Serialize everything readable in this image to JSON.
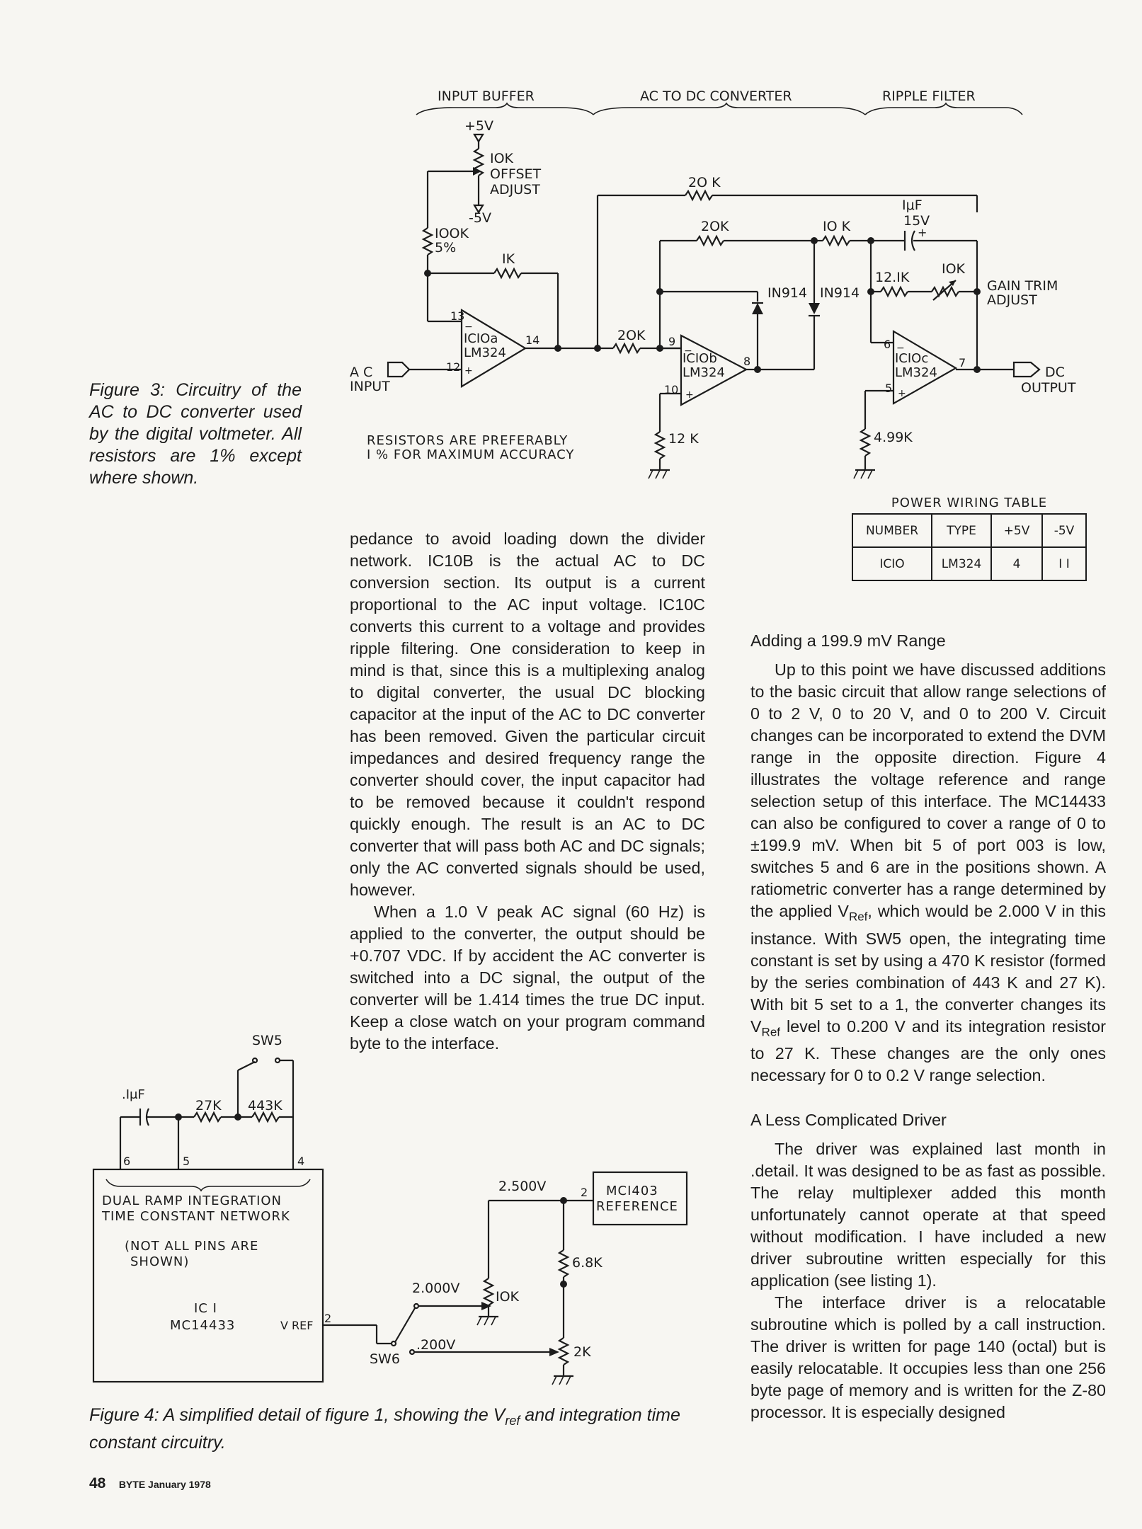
{
  "figure3": {
    "sections": [
      "INPUT BUFFER",
      "AC TO DC CONVERTER",
      "RIPPLE FILTER"
    ],
    "labels": {
      "plus5v": "+5V",
      "offset_res": "IOK",
      "offset_line1": "OFFSET",
      "offset_line2": "ADJUST",
      "minus5v": "-5V",
      "r100k": "IOOK",
      "r100k_tol": "5%",
      "r1k": "IK",
      "pin13": "13",
      "pin12": "12",
      "pin14": "14",
      "ic10a_1": "ICIOa",
      "ic10a_2": "LM324",
      "ac_input_1": "A C",
      "ac_input_2": "INPUT",
      "r20k_top": "2O K",
      "r20k_mid": "2OK",
      "r20k_in": "2OK",
      "r10k_fb": "IO K",
      "diode1": "IN914",
      "diode2": "IN914",
      "pin9": "9",
      "pin10": "10",
      "pin8": "8",
      "ic10b_1": "ICIOb",
      "ic10b_2": "LM324",
      "r12k": "12 K",
      "cap_1": "IμF",
      "cap_2": "15V",
      "r121k": "12.IK",
      "r10k_trim": "IOK",
      "gain_1": "GAIN TRIM",
      "gain_2": "ADJUST",
      "pin6": "6",
      "pin5": "5",
      "pin7": "7",
      "ic10c_1": "ICIOc",
      "ic10c_2": "LM324",
      "dc_out_1": "DC",
      "dc_out_2": "OUTPUT",
      "r499k": "4.99K",
      "note_1": "RESISTORS ARE PREFERABLY",
      "note_2": "I % FOR MAXIMUM ACCURACY"
    },
    "caption": "Figure 3: Circuitry of the AC to DC converter used by the digital voltmeter. All resistors are 1% except where shown."
  },
  "power_table": {
    "title": "POWER WIRING TABLE",
    "headers": [
      "NUMBER",
      "TYPE",
      "+5V",
      "-5V"
    ],
    "row": [
      "ICIO",
      "LM324",
      "4",
      "I I"
    ]
  },
  "figure4": {
    "labels": {
      "sw5": "SW5",
      "cap": ".IμF",
      "r27k": "27K",
      "r443k": "443K",
      "pin6": "6",
      "pin5": "5",
      "pin4": "4",
      "net_1": "DUAL RAMP INTEGRATION",
      "net_2": "TIME CONSTANT NETWORK",
      "note_1": "(NOT ALL PINS ARE",
      "note_2": "SHOWN)",
      "ic_1": "IC I",
      "ic_2": "MC14433",
      "vref": "V REF",
      "pin2": "2",
      "v2500": "2.500V",
      "ref_pin": "2",
      "ref_1": "MCI403",
      "ref_2": "REFERENCE",
      "r68k": "6.8K",
      "v2000": "2.000V",
      "r10k": "IOK",
      "sw6": "SW6",
      "v200": ".200V",
      "r2k": "2K"
    },
    "caption": "Figure 4: A simplified detail of figure 1, showing the V",
    "caption_sub": "ref",
    "caption_end": " and integration time constant circuitry."
  },
  "col1": {
    "paragraphs": [
      "pedance to avoid loading down the divider network. IC10B is the actual AC to DC conversion section. Its output is a current proportional to the AC input voltage. IC10C converts this current to a voltage and provides ripple filtering. One consideration to keep in mind is that, since this is a multiplexing analog to digital converter, the usual DC blocking capacitor at the input of the AC to DC converter has been removed. Given the particular circuit impedances and desired frequency range the converter should cover, the input capacitor had to be removed because it couldn't respond quickly enough. The result is an AC to DC converter that will pass both AC and DC signals; only the AC converted signals should be used, however.",
      "When a 1.0 V peak AC signal (60 Hz) is applied to the converter, the output should be +0.707 VDC. If by accident the AC converter is switched into a DC signal, the output of the converter will be 1.414 times the true DC input. Keep a close watch on your program command byte to the interface."
    ]
  },
  "col2": {
    "heading1": "Adding a 199.9 mV Range",
    "p1_a": "Up to this point we have discussed additions to the basic circuit that allow range selections of 0 to 2 V, 0 to 20 V, and 0 to 200 V. Circuit changes can be incorporated to extend the DVM range in the opposite direction. Figure 4 illustrates the voltage reference and range selection setup of this interface. The MC14433 can also be configured to cover a range of 0 to ±199.9 mV. When bit 5 of port 003 is low, switches 5 and 6 are in the positions shown. A ratiometric converter has a range determined by the applied V",
    "p1_sub1": "Ref",
    "p1_b": ", which would be 2.000 V in this instance. With SW5 open, the integrating time constant is set by using a 470 K resistor (formed by the series combination of 443 K and 27 K). With bit 5 set to a 1, the converter changes its V",
    "p1_sub2": "Ref",
    "p1_c": " level to 0.200 V and its integration resistor to 27 K. These changes are the only ones necessary for 0 to 0.2 V range selection.",
    "heading2": "A Less Complicated Driver",
    "paragraphs2": [
      "The driver was explained last month in .detail. It was designed to be as fast as possible. The relay multiplexer added this month unfortunately cannot operate at that speed without modification. I have included a new driver subroutine written especially for this application (see listing 1).",
      "The interface driver is a relocatable subroutine which is polled by a call instruction. The driver is written for page 140 (octal) but is easily relocatable. It occupies less than one 256 byte page of memory and is written for the Z-80 processor. It is especially designed"
    ]
  },
  "footer": {
    "page": "48",
    "magazine": "BYTE January 1978"
  }
}
